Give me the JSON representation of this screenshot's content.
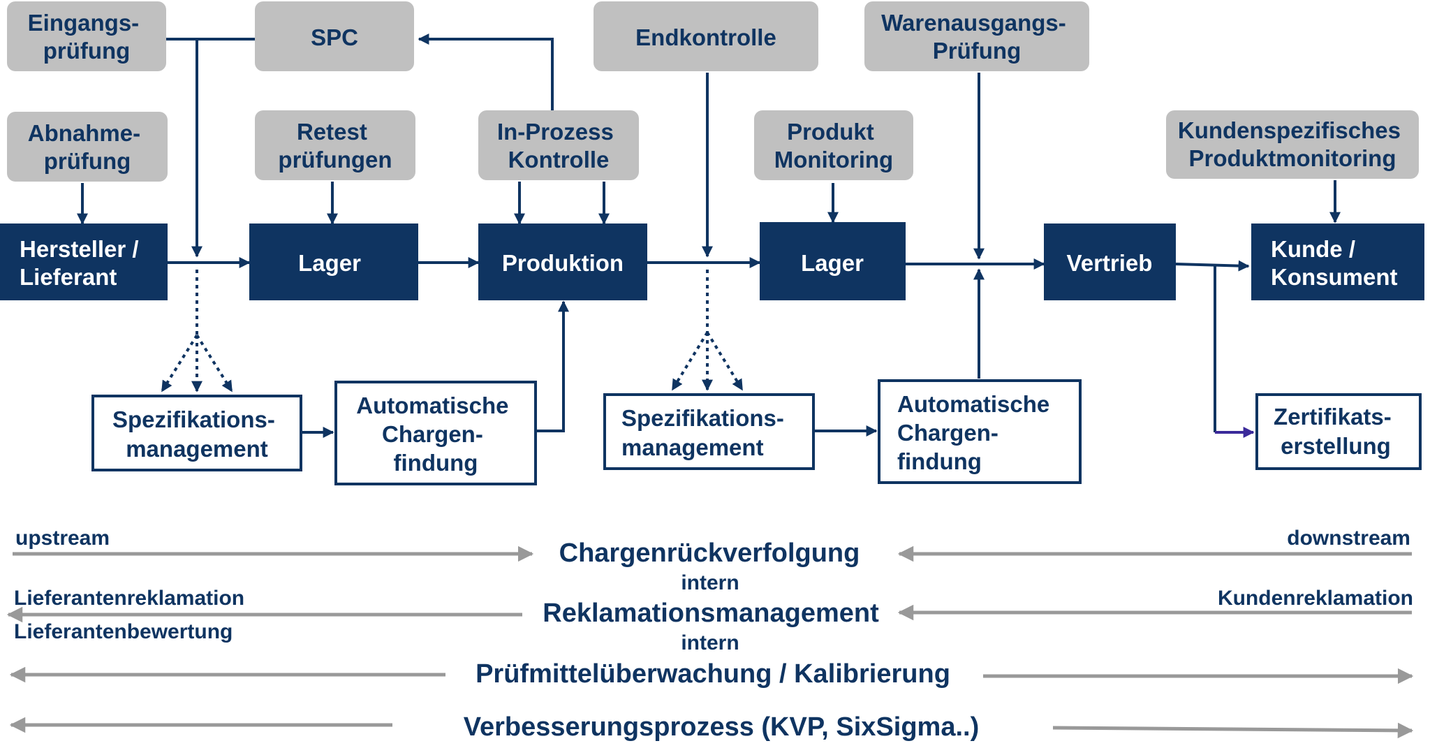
{
  "quality_boxes": {
    "eingangspruefung": [
      "Eingangs-",
      "prüfung"
    ],
    "spc": [
      "SPC"
    ],
    "endkontrolle": [
      "Endkontrolle"
    ],
    "warenausgangspruefung": [
      "Warenausgangs-",
      "Prüfung"
    ],
    "abnahmepruefung": [
      "Abnahme-",
      "prüfung"
    ],
    "retestpruefungen": [
      "Retest",
      "prüfungen"
    ],
    "in_prozess_kontrolle": [
      "In-Prozess",
      "Kontrolle"
    ],
    "produkt_monitoring": [
      "Produkt",
      "Monitoring"
    ],
    "kundenspezifisches_produktmonitoring": [
      "Kundenspezifisches",
      "Produktmonitoring"
    ]
  },
  "process_chain": {
    "hersteller": [
      "Hersteller /",
      "Lieferant"
    ],
    "lager_1": [
      "Lager"
    ],
    "produktion": [
      "Produktion"
    ],
    "lager_2": [
      "Lager"
    ],
    "vertrieb": [
      "Vertrieb"
    ],
    "kunde": [
      "Kunde /",
      "Konsument"
    ]
  },
  "support_boxes": {
    "spezifikationsmanagement_1": [
      "Spezifikations-",
      "management"
    ],
    "chargenfindung_1": [
      "Automatische",
      "Chargen-",
      "findung"
    ],
    "spezifikationsmanagement_2": [
      "Spezifikations-",
      "management"
    ],
    "chargenfindung_2": [
      "Automatische",
      "Chargen-",
      "findung"
    ],
    "zertifikatserstellung": [
      "Zertifikats-",
      "erstellung"
    ]
  },
  "bottom": {
    "upstream": "upstream",
    "downstream": "downstream",
    "chargenrueckverfolgung": "Chargenrückverfolgung",
    "intern_1": "intern",
    "lieferantenreklamation": "Lieferantenreklamation",
    "kundenreklamation": "Kundenreklamation",
    "reklamationsmanagement": "Reklamationsmanagement",
    "lieferantenbewertung": "Lieferantenbewertung",
    "intern_2": "intern",
    "pruefmittelueberwachung": "Prüfmittelüberwachung / Kalibrierung",
    "verbesserungsprozess": "Verbesserungsprozess (KVP, SixSigma..)"
  },
  "colors": {
    "navy": "#0f3461",
    "gray_box": "#c0c0c0",
    "gray_arrow": "#999999",
    "purple_arrow": "#3b2a9a"
  }
}
